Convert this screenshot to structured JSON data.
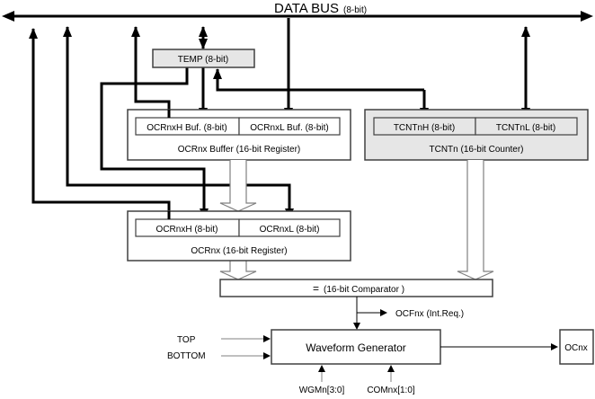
{
  "bus": {
    "title": "DATA BUS",
    "subtitle": "(8-bit)"
  },
  "temp": {
    "label": "TEMP  (8-bit)"
  },
  "ocr_buffer": {
    "high": "OCRnxH  Buf. (8-bit)",
    "low": "OCRnxL  Buf. (8-bit)",
    "caption": "OCRnx   Buffer (16-bit Register)"
  },
  "tcnt": {
    "high": "TCNTnH  (8-bit)",
    "low": "TCNTnL  (8-bit)",
    "caption": "TCNTn  (16-bit Counter)"
  },
  "ocr": {
    "high": "OCRnxH  (8-bit)",
    "low": "OCRnxL  (8-bit)",
    "caption": "OCRnx  (16-bit Register)"
  },
  "comparator": {
    "symbol": "=",
    "label": "(16-bit Comparator )"
  },
  "interrupt": {
    "label": "OCFnx  (Int.Req.)"
  },
  "waveform": {
    "label": "Waveform Generator"
  },
  "inputs": {
    "top": "TOP",
    "bottom": "BOTTOM",
    "wgm": "WGMn[3:0]",
    "com": "COMnx[1:0]"
  },
  "output": {
    "label": "OCnx"
  },
  "colors": {
    "register_fill": "#e6e6e6",
    "line": "#000000",
    "wide_arrow": "#808080"
  }
}
